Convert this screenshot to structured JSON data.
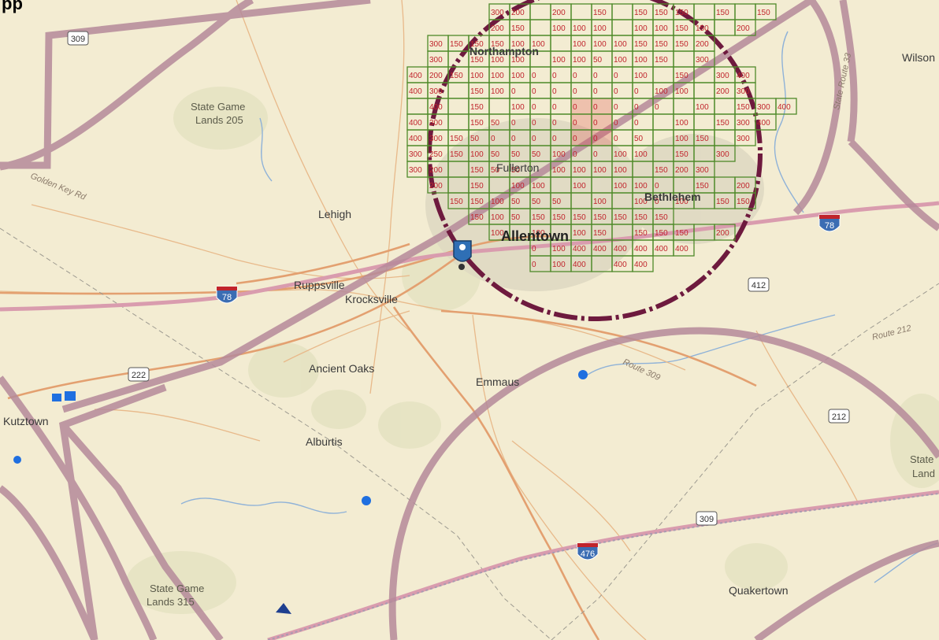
{
  "title_fragment": "pp",
  "grid": {
    "color": "#4f8a2a",
    "label_color": "#c0242c",
    "hot_color": "#e04040",
    "rows": [
      {
        "c0": 4,
        "v": [
          "300",
          "200",
          "",
          "200",
          "",
          "150",
          "",
          "150",
          "150",
          "150",
          "",
          "150",
          "",
          "150"
        ]
      },
      {
        "c0": 4,
        "v": [
          "200",
          "150",
          "",
          "100",
          "100",
          "100",
          "",
          "100",
          "100",
          "150",
          "150",
          "",
          "200"
        ]
      },
      {
        "c0": 1,
        "v": [
          "300",
          "150",
          "150",
          "150",
          "100",
          "100",
          "",
          "100",
          "100",
          "100",
          "150",
          "150",
          "150",
          "200"
        ]
      },
      {
        "c0": 1,
        "v": [
          "300",
          "",
          "150",
          "100",
          "100",
          "",
          "100",
          "100",
          "50",
          "100",
          "100",
          "150",
          "",
          "300"
        ]
      },
      {
        "c0": 0,
        "v": [
          "400",
          "200",
          "150",
          "100",
          "100",
          "100",
          "0",
          "0",
          "0",
          "0",
          "0",
          "100",
          "",
          "150",
          "",
          "300",
          "400"
        ]
      },
      {
        "c0": 0,
        "v": [
          "400",
          "300",
          "",
          "150",
          "100",
          "0",
          "0",
          "0",
          "0",
          "0",
          "0",
          "0",
          "100",
          "100",
          "",
          "200",
          "300"
        ]
      },
      {
        "c0": 0,
        "v": [
          "",
          "400",
          "",
          "150",
          "",
          "100",
          "0",
          "0",
          "0",
          "0",
          "0",
          "0",
          "0",
          "",
          "100",
          "",
          "150",
          "300",
          "400"
        ]
      },
      {
        "c0": 0,
        "v": [
          "400",
          "300",
          "",
          "150",
          "50",
          "0",
          "0",
          "0",
          "0",
          "0",
          "0",
          "0",
          "",
          "100",
          "",
          "150",
          "300",
          "400"
        ]
      },
      {
        "c0": 0,
        "v": [
          "400",
          "300",
          "150",
          "50",
          "0",
          "0",
          "0",
          "0",
          "0",
          "0",
          "0",
          "50",
          "",
          "100",
          "150",
          "",
          "300"
        ]
      },
      {
        "c0": 0,
        "v": [
          "300",
          "250",
          "150",
          "100",
          "50",
          "50",
          "50",
          "100",
          "0",
          "0",
          "100",
          "100",
          "",
          "150",
          "",
          "300"
        ]
      },
      {
        "c0": 0,
        "v": [
          "300",
          "200",
          "",
          "150",
          "50",
          "50",
          "",
          "100",
          "100",
          "100",
          "100",
          "",
          "150",
          "200",
          "300"
        ]
      },
      {
        "c0": 1,
        "v": [
          "200",
          "",
          "150",
          "",
          "100",
          "100",
          "",
          "100",
          "",
          "100",
          "100",
          "0",
          "",
          "150",
          "",
          "200"
        ]
      },
      {
        "c0": 2,
        "v": [
          "150",
          "150",
          "100",
          "50",
          "50",
          "50",
          "",
          "100",
          "",
          "100",
          "0",
          "100",
          "",
          "150",
          "150"
        ]
      },
      {
        "c0": 3,
        "v": [
          "150",
          "100",
          "50",
          "150",
          "150",
          "150",
          "150",
          "150",
          "150",
          "150"
        ]
      },
      {
        "c0": 4,
        "v": [
          "100",
          "",
          "100",
          "",
          "100",
          "150",
          "",
          "150",
          "150",
          "150",
          "",
          "200"
        ]
      },
      {
        "c0": 6,
        "v": [
          "0",
          "100",
          "400",
          "400",
          "400",
          "400",
          "400",
          "400"
        ]
      },
      {
        "c0": 6,
        "v": [
          "0",
          "100",
          "400",
          "",
          "400",
          "400"
        ]
      }
    ]
  },
  "labels": {
    "wilson": "Wilson",
    "state_route_33": "State Route 33",
    "state_game_lands_205": [
      "State Game",
      "Lands 205"
    ],
    "golden_key_rd": "Golden Key Rd",
    "lehigh": "Lehigh",
    "northampton": "Northampton",
    "fullerton": "Fullerton",
    "allentown": "Allentown",
    "bethlehem": "Bethlehem",
    "ruppsville": "Ruppsville",
    "krocksville": "Krocksville",
    "ancient_oaks": "Ancient Oaks",
    "emmaus": "Emmaus",
    "route_309_label": "Route 309",
    "route_212_label": "Route 212",
    "kutztown": "Kutztown",
    "alburtis": "Alburtis",
    "state_game_lands_315": [
      "State Game",
      "Lands 315"
    ],
    "quakertown": "Quakertown",
    "state_game_right": [
      "State",
      "Land"
    ]
  },
  "shields": {
    "us309_top": "309",
    "us309_bottom": "309",
    "i78_left": "78",
    "i78_right": "78",
    "us222": "222",
    "us412": "412",
    "us212": "212",
    "i476": "476"
  },
  "icon_names": [
    "map-pin-icon",
    "blue-marker-icon"
  ]
}
